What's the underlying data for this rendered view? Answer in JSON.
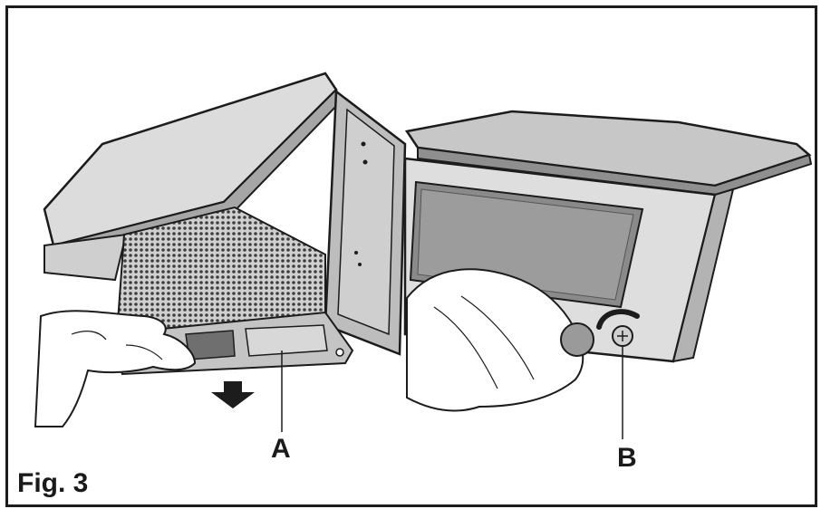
{
  "figure": {
    "caption": "Fig. 3",
    "labels": {
      "a": "A",
      "b": "B"
    }
  },
  "colors": {
    "outline": "#1c1c1c",
    "panel_light": "#d9d9d9",
    "panel_mid": "#bdbdbd",
    "panel_dark": "#8f8f8f",
    "mesh": "#4a4a4a"
  },
  "icons": {
    "arrow": "down-arrow-icon",
    "knob": "knob-icon",
    "hand": "hand-icon"
  }
}
